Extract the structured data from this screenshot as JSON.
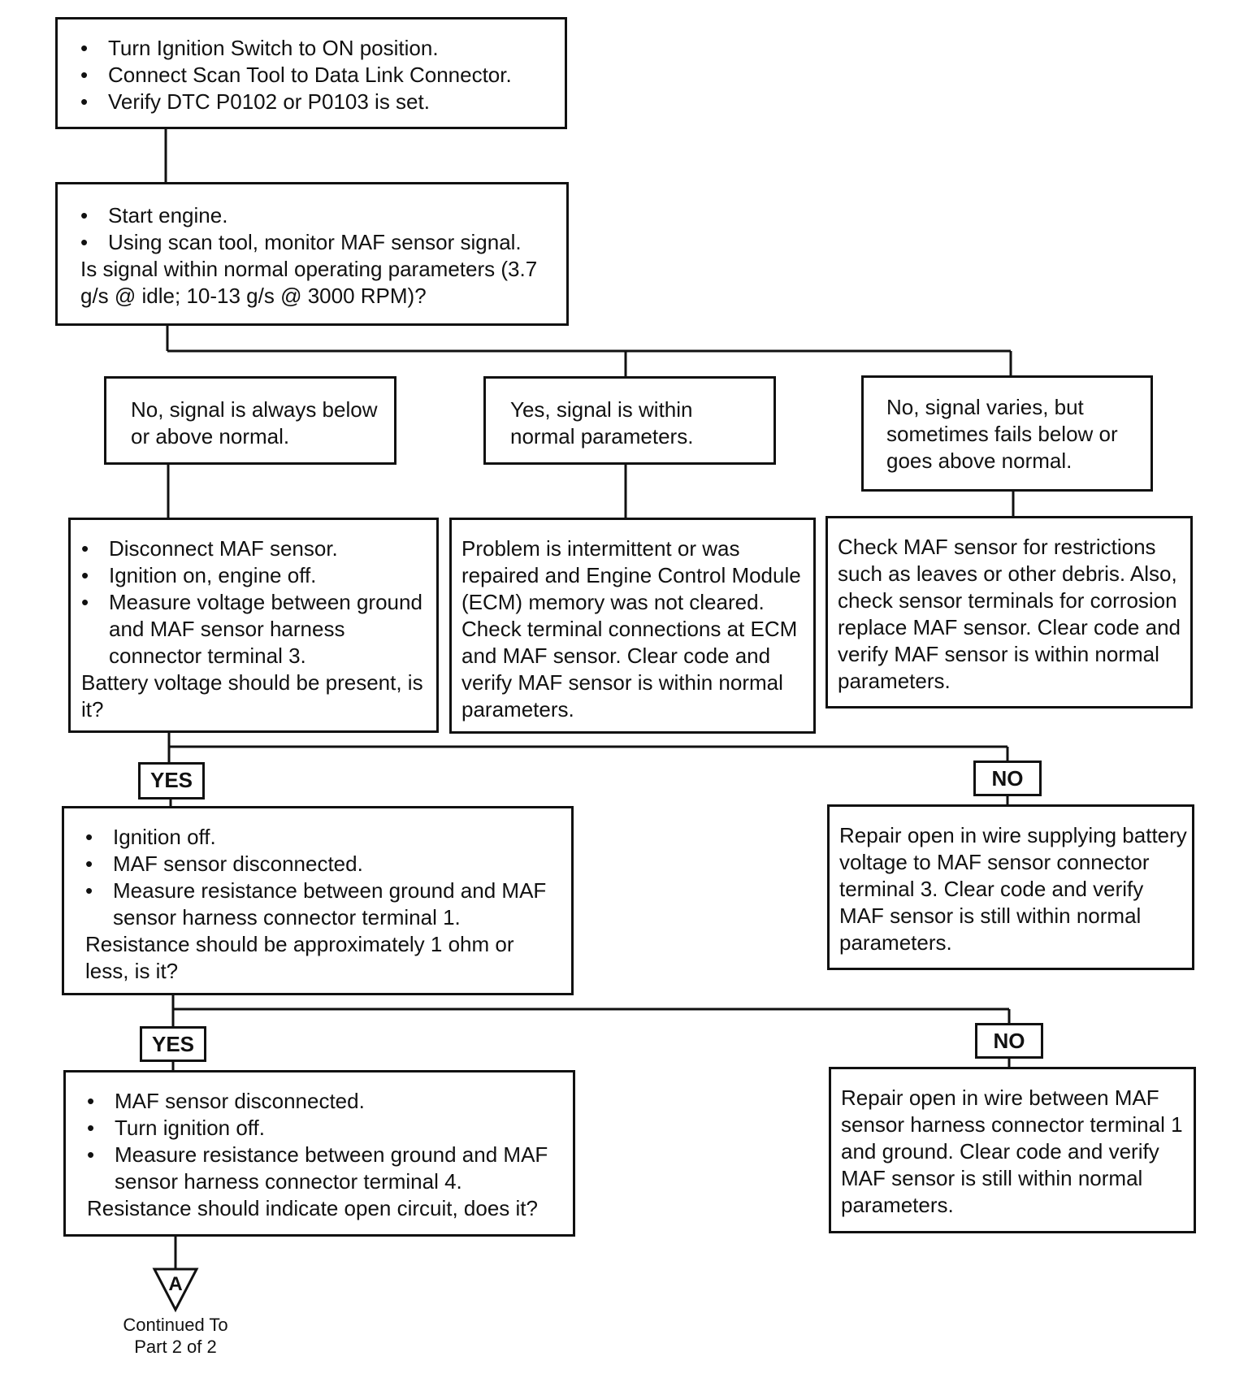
{
  "diagram": {
    "b1": {
      "bullets": [
        "Turn Ignition Switch to ON position.",
        "Connect Scan Tool to Data Link Connector.",
        "Verify DTC P0102 or P0103 is set."
      ]
    },
    "b2": {
      "bullets": [
        "Start engine.",
        "Using scan tool, monitor MAF sensor signal."
      ],
      "question": "Is signal within normal operating parameters (3.7 g/s @ idle; 10-13 g/s @ 3000 RPM)?"
    },
    "b3": {
      "text": "No, signal is always below or above normal."
    },
    "b4": {
      "text": "Yes, signal is within normal parameters."
    },
    "b5": {
      "text": "No, signal varies, but sometimes fails below or goes above normal."
    },
    "b6": {
      "bullets": [
        "Disconnect MAF sensor.",
        "Ignition on, engine off.",
        "Measure voltage between ground and MAF sensor harness connector terminal 3."
      ],
      "question": "Battery voltage should be present, is it?"
    },
    "b7": {
      "text": "Problem is intermittent or was repaired and Engine Control Module (ECM) memory was not cleared. Check terminal connections at ECM and MAF sensor. Clear code and verify MAF sensor is within normal parameters."
    },
    "b8": {
      "text": "Check MAF sensor for restrictions such as leaves or other debris. Also, check sensor terminals for corrosion replace MAF sensor. Clear code and verify MAF sensor is within normal parameters."
    },
    "yes1": "YES",
    "no1": "NO",
    "b9": {
      "bullets": [
        "Ignition off.",
        "MAF sensor disconnected.",
        "Measure resistance between ground and MAF sensor harness connector terminal 1."
      ],
      "question": "Resistance should be approximately 1 ohm or less, is it?"
    },
    "b10": {
      "text": "Repair open in wire supplying battery voltage to MAF sensor connector terminal 3. Clear code and verify MAF sensor is still within normal parameters."
    },
    "yes2": "YES",
    "no2": "NO",
    "b11": {
      "bullets": [
        "MAF sensor disconnected.",
        "Turn ignition off.",
        "Measure resistance between ground and MAF sensor harness connector terminal 4."
      ],
      "question": "Resistance should indicate open circuit, does it?"
    },
    "b12": {
      "text": "Repair open in wire between MAF sensor harness connector terminal 1 and ground. Clear code and verify MAF sensor is still within normal parameters."
    },
    "connector": {
      "label": "A",
      "note_line1": "Continued To",
      "note_line2": "Part 2 of 2"
    }
  }
}
